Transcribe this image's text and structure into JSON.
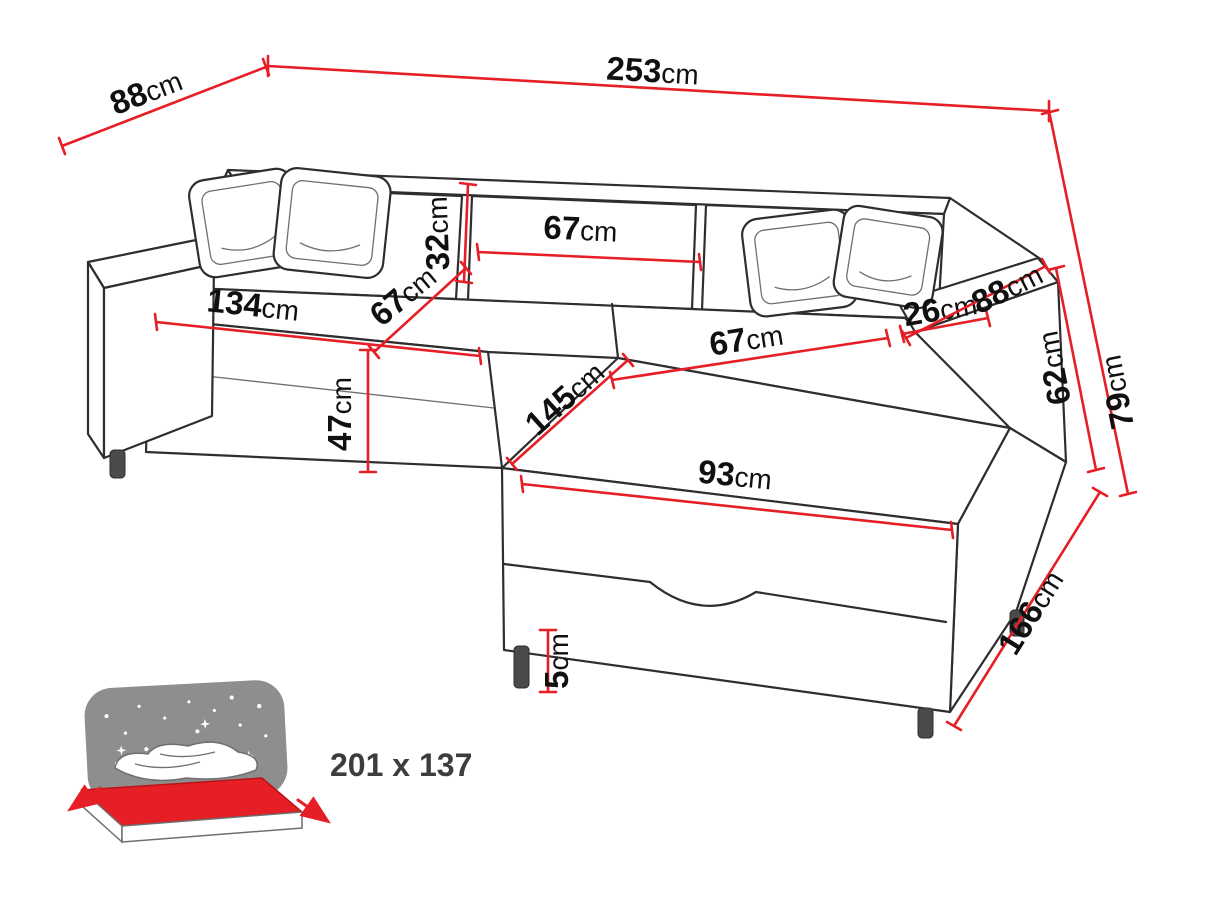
{
  "dims": {
    "total_width": {
      "value": "253",
      "unit": "cm"
    },
    "back_depth": {
      "value": "88",
      "unit": "cm"
    },
    "backrest_cushion_height": {
      "value": "32",
      "unit": "cm"
    },
    "back_seat_depth": {
      "value": "67",
      "unit": "cm"
    },
    "seat_front_width": {
      "value": "134",
      "unit": "cm"
    },
    "left_seat_depth": {
      "value": "67",
      "unit": "cm"
    },
    "seat_height": {
      "value": "47",
      "unit": "cm"
    },
    "right_seat_depth": {
      "value": "67",
      "unit": "cm"
    },
    "armrest_width": {
      "value": "26",
      "unit": "cm"
    },
    "armrest_depth": {
      "value": "88",
      "unit": "cm"
    },
    "armrest_height": {
      "value": "62",
      "unit": "cm"
    },
    "total_height": {
      "value": "79",
      "unit": "cm"
    },
    "chaise_length": {
      "value": "145",
      "unit": "cm"
    },
    "chaise_width": {
      "value": "93",
      "unit": "cm"
    },
    "leg_height": {
      "value": "5",
      "unit": "cm"
    },
    "chaise_total_depth": {
      "value": "166",
      "unit": "cm"
    }
  },
  "sleeping_area": {
    "label": "201 x 137"
  },
  "colors": {
    "dimension_red": "#e61e25",
    "outline": "#2e2e2e",
    "icon_gray": "#8e8e8e"
  }
}
